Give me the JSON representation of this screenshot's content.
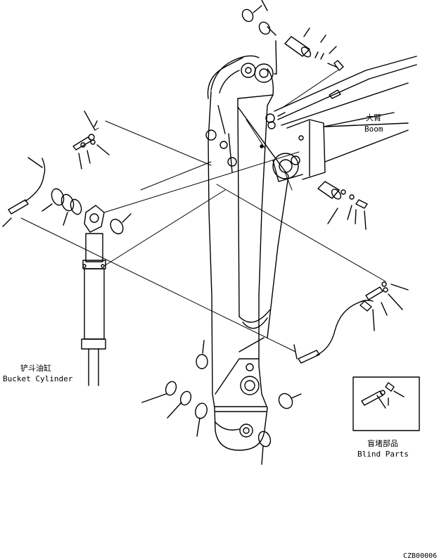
{
  "labels": {
    "boom_cn": "大臂",
    "boom_en": "Boom",
    "bucket_cylinder_cn": "铲斗油缸",
    "bucket_cylinder_en": "Bucket Cylinder",
    "blind_parts_cn": "盲堵部品",
    "blind_parts_en": "Blind Parts"
  },
  "drawing_code": "CZB00006",
  "colors": {
    "line": "#000000",
    "background": "#ffffff"
  }
}
